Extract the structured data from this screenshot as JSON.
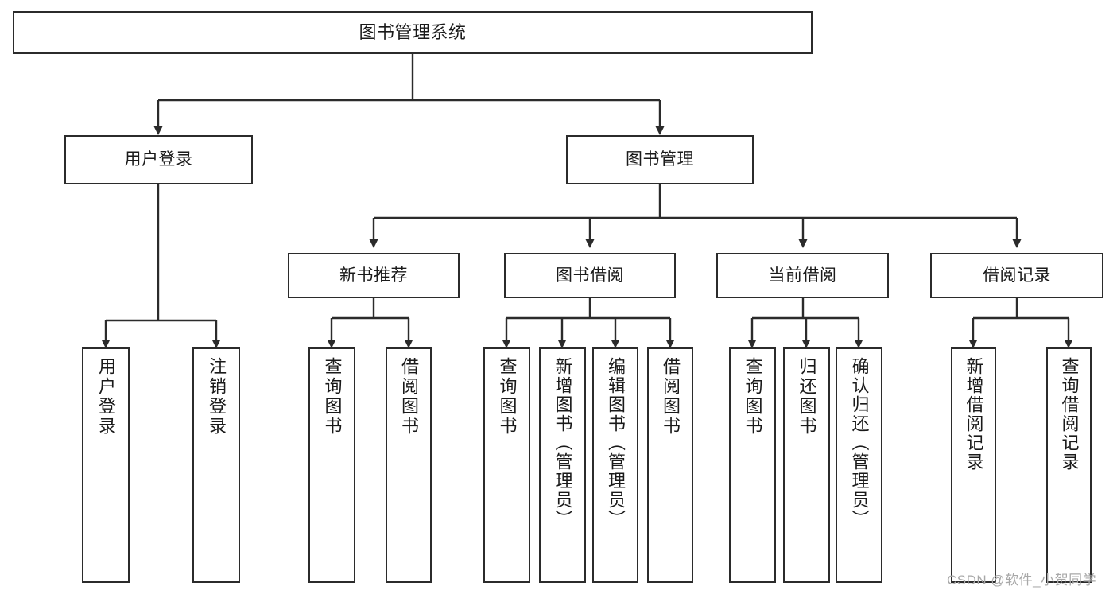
{
  "diagram": {
    "title": "图书管理系统",
    "type": "tree-hierarchy",
    "root": {
      "label": "图书管理系统"
    },
    "level2": [
      {
        "label": "用户登录"
      },
      {
        "label": "图书管理"
      }
    ],
    "level3": [
      {
        "label": "新书推荐"
      },
      {
        "label": "图书借阅"
      },
      {
        "label": "当前借阅"
      },
      {
        "label": "借阅记录"
      }
    ],
    "leaves": {
      "user_login": [
        {
          "label": "用户登录"
        },
        {
          "label": "注销登录"
        }
      ],
      "new_book_recommend": [
        {
          "label": "查询图书"
        },
        {
          "label": "借阅图书"
        }
      ],
      "book_borrow": [
        {
          "label": "查询图书"
        },
        {
          "label": "新增图书（管理员）"
        },
        {
          "label": "编辑图书（管理员）"
        },
        {
          "label": "借阅图书"
        }
      ],
      "current_borrow": [
        {
          "label": "查询图书"
        },
        {
          "label": "归还图书"
        },
        {
          "label": "确认归还（管理员）"
        }
      ],
      "borrow_record": [
        {
          "label": "新增借阅记录"
        },
        {
          "label": "查询借阅记录"
        }
      ]
    }
  },
  "watermark": {
    "text": "CSDN @软件_小贺同学"
  },
  "colors": {
    "stroke": "#2b2b2b",
    "background": "#ffffff",
    "text": "#1a1a1a",
    "watermark": "#a8a8a8"
  }
}
